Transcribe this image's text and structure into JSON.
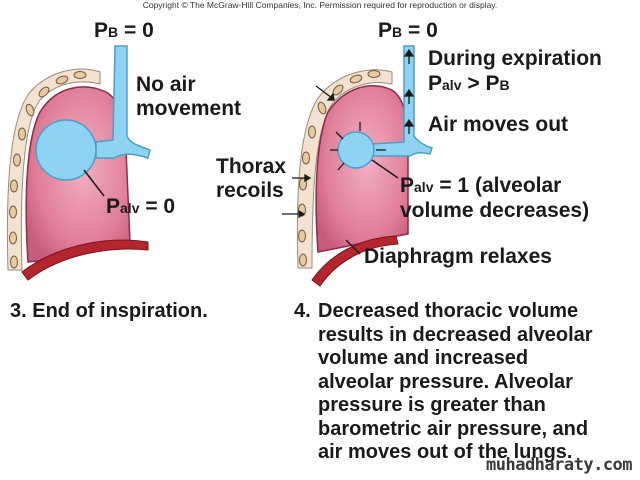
{
  "copyright": "Copyright © The McGraw-Hill Companies, Inc. Permission required for reproduction or display.",
  "left_panel": {
    "pb_label": "P",
    "pb_sub": "B",
    "pb_value": "= 0",
    "no_air_line1": "No air",
    "no_air_line2": "movement",
    "palv_label": "P",
    "palv_sub": "alv",
    "palv_value": "= 0",
    "caption_number": "3.",
    "caption_text": "End of inspiration."
  },
  "right_panel": {
    "pb_label": "P",
    "pb_sub": "B",
    "pb_value": "= 0",
    "during_expiration": "During expiration",
    "compare_p1": "P",
    "compare_sub1": "alv",
    "compare_op": ">",
    "compare_p2": "P",
    "compare_sub2": "B",
    "air_moves_out": "Air moves out",
    "thorax_line1": "Thorax",
    "thorax_line2": "recoils",
    "palv_label": "P",
    "palv_sub": "alv",
    "palv_value": "= 1",
    "palv_note_line1": "(alveolar",
    "palv_note_line2": "volume decreases)",
    "diaphragm": "Diaphragm relaxes",
    "caption_number": "4.",
    "caption_lines": [
      "Decreased thoracic volume",
      "results in decreased alveolar",
      "volume and increased",
      "alveolar pressure.  Alveolar",
      "pressure is greater than",
      "barometric air pressure, and",
      "air moves out of the lungs."
    ]
  },
  "watermark": "muhadharaty.com",
  "colors": {
    "lung": "#d9708f",
    "lung_inner": "#f0a3b8",
    "airway": "#8fd3f2",
    "airway_stroke": "#4a9ec8",
    "diaphragm": "#b3262e",
    "rib": "#e8c9a0",
    "text": "#1a1a1a"
  }
}
